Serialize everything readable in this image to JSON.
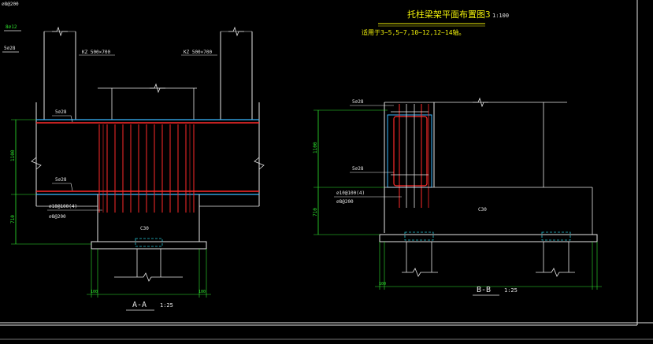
{
  "app": {
    "name": "CAD drawing viewport"
  },
  "colors": {
    "background": "#000000",
    "line_white": "#e6e6e6",
    "dim_green": "#2ee62e",
    "rebar_red": "#ff2a2a",
    "top_cyan": "#3ab8ff",
    "title_yellow": "#f2f20a",
    "dashed_cyan": "#26c6d6"
  },
  "page": {
    "title": "托柱梁架平面布置图3",
    "title_scale": "1:100",
    "note": "适用于3~5,5~7,10~12,12~14轴。"
  },
  "section_a": {
    "label": "A-A",
    "scale": "1:25",
    "kz_left": "KZ 500×700",
    "kz_right": "KZ 500×700",
    "rebar_top": "5⌀28",
    "rebar_bot": "5⌀28",
    "stirrup": "⌀10@100(4)",
    "stirrup2": "⌀8@200",
    "dim_upper": "1100",
    "dim_lower": "710",
    "dim_foot_left": "100",
    "dim_foot_right": "100",
    "conc_label": "C30",
    "corner_top": "⌀8@200",
    "side_label1": "8⌀12",
    "side_label2": "5⌀28"
  },
  "section_b": {
    "label": "B-B",
    "scale": "1:25",
    "rebar_top": "5⌀28",
    "rebar_mid": "5⌀28",
    "stirrup": "⌀10@100(4)",
    "stirrup2": "⌀8@200",
    "dim_upper": "1100",
    "dim_lower": "710",
    "dim_foot": "100",
    "conc_label": "C30"
  }
}
